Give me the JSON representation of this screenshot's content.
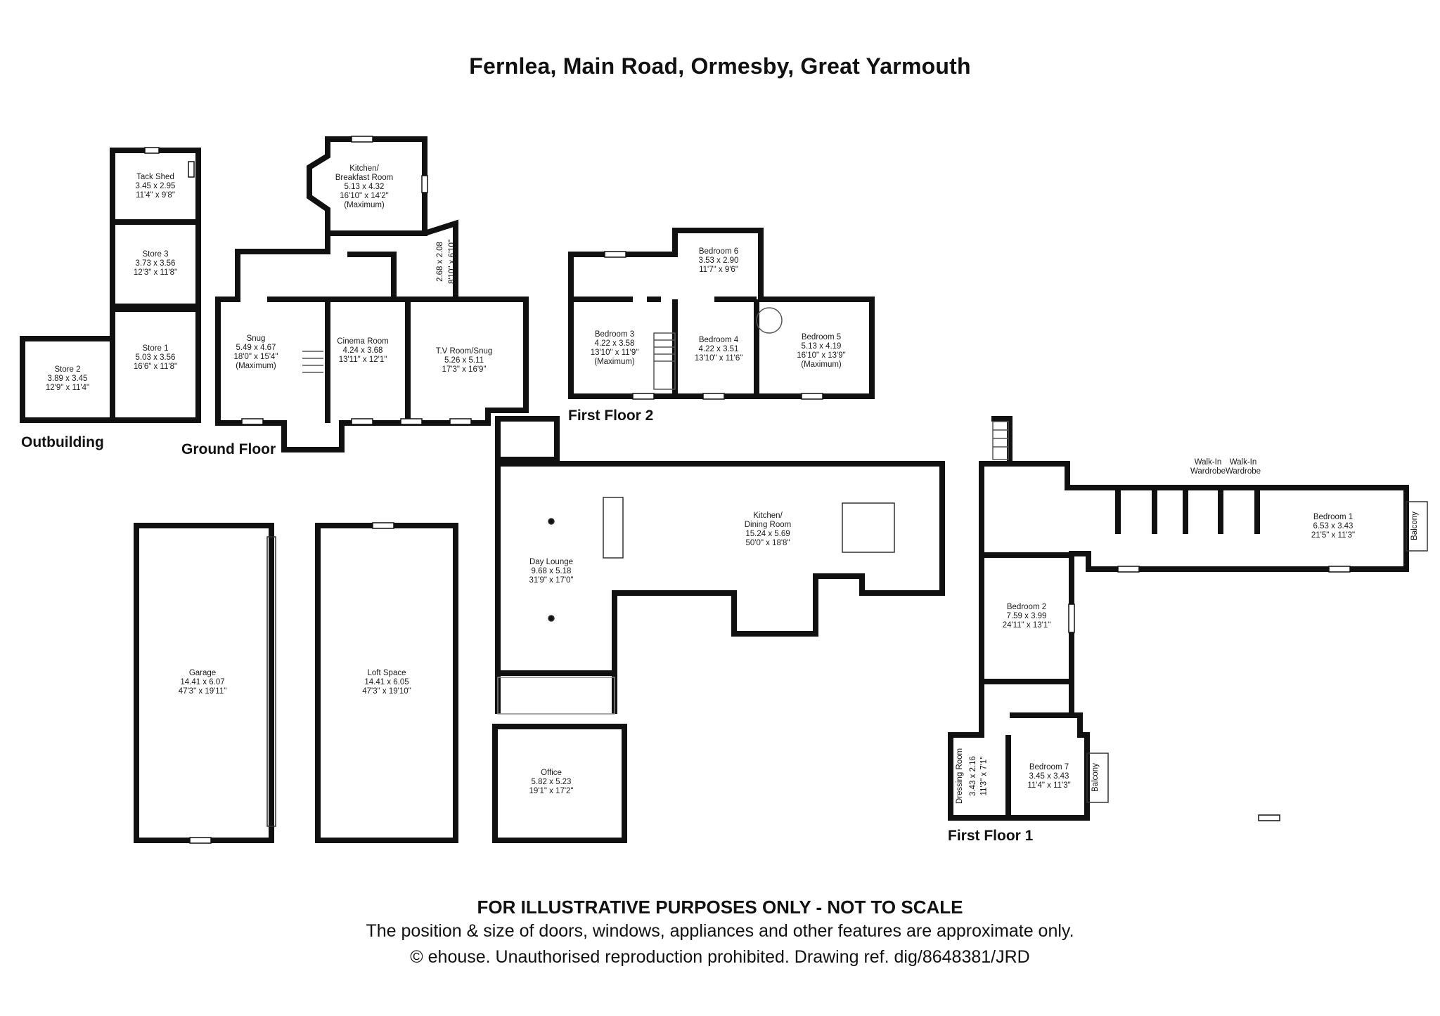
{
  "title": "Fernlea, Main Road, Ormesby, Great Yarmouth",
  "floor_labels": {
    "outbuilding": "Outbuilding",
    "ground_floor": "Ground Floor",
    "first_floor_2": "First Floor 2",
    "first_floor_1": "First Floor 1"
  },
  "rooms": {
    "tack_shed": {
      "name": "Tack Shed",
      "metric": "3.45 x 2.95",
      "imperial": "11'4\" x 9'8\""
    },
    "store3": {
      "name": "Store 3",
      "metric": "3.73 x 3.56",
      "imperial": "12'3\" x 11'8\""
    },
    "store1": {
      "name": "Store 1",
      "metric": "5.03 x 3.56",
      "imperial": "16'6\" x 11'8\""
    },
    "store2": {
      "name": "Store 2",
      "metric": "3.89 x 3.45",
      "imperial": "12'9\" x 11'4\""
    },
    "kitchen_breakfast": {
      "name": "Kitchen/",
      "name2": "Breakfast Room",
      "metric": "5.13 x 4.32",
      "imperial": "16'10\" x 14'2\"",
      "note": "(Maximum)"
    },
    "hall_small": {
      "metric": "2.68 x 2.08",
      "imperial": "8'10\" x 6'10\""
    },
    "snug": {
      "name": "Snug",
      "metric": "5.49 x 4.67",
      "imperial": "18'0\" x 15'4\"",
      "note": "(Maximum)"
    },
    "cinema": {
      "name": "Cinema Room",
      "metric": "4.24 x 3.68",
      "imperial": "13'11\" x 12'1\""
    },
    "tv_room": {
      "name": "T.V Room/Snug",
      "metric": "5.26 x 5.11",
      "imperial": "17'3\" x 16'9\""
    },
    "bedroom6": {
      "name": "Bedroom 6",
      "metric": "3.53 x 2.90",
      "imperial": "11'7\" x 9'6\""
    },
    "bedroom3": {
      "name": "Bedroom 3",
      "metric": "4.22 x 3.58",
      "imperial": "13'10\" x 11'9\"",
      "note": "(Maximum)"
    },
    "bedroom4": {
      "name": "Bedroom 4",
      "metric": "4.22 x 3.51",
      "imperial": "13'10\" x 11'6\""
    },
    "bedroom5": {
      "name": "Bedroom 5",
      "metric": "5.13 x 4.19",
      "imperial": "16'10\" x 13'9\"",
      "note": "(Maximum)"
    },
    "kitchen_dining": {
      "name": "Kitchen/",
      "name2": "Dining Room",
      "metric": "15.24 x 5.69",
      "imperial": "50'0\" x 18'8\""
    },
    "day_lounge": {
      "name": "Day Lounge",
      "metric": "9.68 x 5.18",
      "imperial": "31'9\" x 17'0\""
    },
    "office": {
      "name": "Office",
      "metric": "5.82 x 5.23",
      "imperial": "19'1\" x 17'2\""
    },
    "garage": {
      "name": "Garage",
      "metric": "14.41 x 6.07",
      "imperial": "47'3\" x 19'11\""
    },
    "loft": {
      "name": "Loft Space",
      "metric": "14.41 x 6.05",
      "imperial": "47'3\" x 19'10\""
    },
    "bedroom1": {
      "name": "Bedroom 1",
      "metric": "6.53 x 3.43",
      "imperial": "21'5\" x 11'3\""
    },
    "walkin1": {
      "name": "Walk-In",
      "name2": "Wardrobe"
    },
    "walkin2": {
      "name": "Walk-In",
      "name2": "Wardrobe"
    },
    "balcony1": {
      "name": "Balcony"
    },
    "bedroom2": {
      "name": "Bedroom 2",
      "metric": "7.59 x 3.99",
      "imperial": "24'11\" x 13'1\""
    },
    "bedroom7": {
      "name": "Bedroom 7",
      "metric": "3.45 x 3.43",
      "imperial": "11'4\" x 11'3\""
    },
    "dressing": {
      "name": "Dressing Room",
      "metric": "3.43 x 2.16",
      "imperial": "11'3\" x 7'1\""
    },
    "balcony2": {
      "name": "Balcony"
    }
  },
  "footer": {
    "line1": "FOR ILLUSTRATIVE PURPOSES ONLY - NOT TO SCALE",
    "line2": "The position & size of doors, windows, appliances and other features are approximate only.",
    "line3": "© ehouse. Unauthorised reproduction prohibited. Drawing ref. dig/8648381/JRD"
  }
}
